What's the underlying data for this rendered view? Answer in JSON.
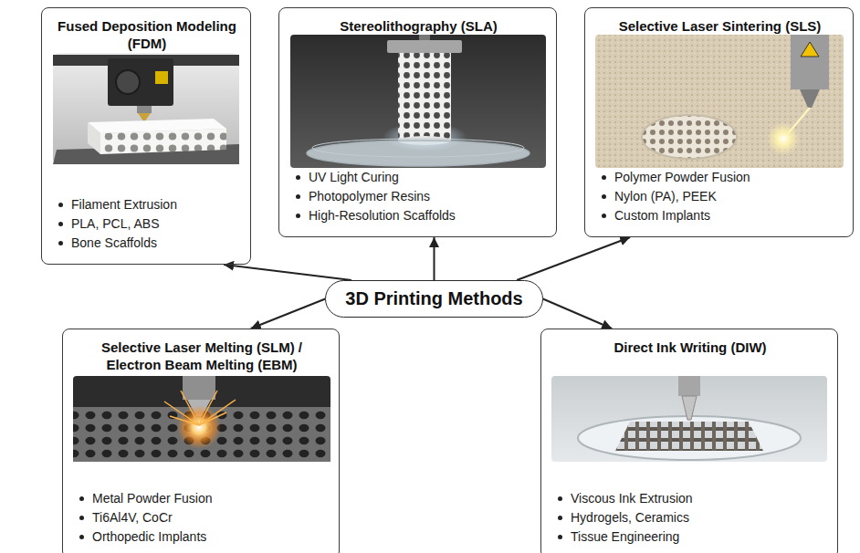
{
  "diagram": {
    "nodes": [
      {
        "text": [
          "Fused Deposition Modeling (FDM)",
          "Filament Extrusion",
          "PLA, PCL, ABS",
          "Bone Scaffolds"
        ]
      },
      {
        "text": [
          "Stereolithography (SLA)",
          "UV Light Curing",
          "Photopolymer Resins",
          "High-Resolution Scaffolds"
        ]
      },
      {
        "text": [
          "Selective Laser Sintering (SLS)",
          "Polymer Powder Fusion",
          "Nylon (PA), PEEK",
          "Custom Implants"
        ]
      },
      {
        "text": [
          "3D Printing Methods"
        ]
      },
      {
        "text": [
          "Selective Laser Melting (SLM) / Electron Beam Melting (EBM)",
          "Metal Powder Fusion",
          "Ti6Al4V, CoCr",
          "Orthopedic Implants"
        ]
      },
      {
        "text": [
          "Direct Ink Writing (DIW)",
          "Viscous Ink Extrusion",
          "Hydrogels, Ceramics",
          "Tissue Engineering"
        ]
      }
    ],
    "edges": [
      {
        "from": 3,
        "to": 0,
        "arrow": "to"
      },
      {
        "from": 3,
        "to": 1,
        "arrow": "to"
      },
      {
        "from": 3,
        "to": 2,
        "arrow": "to"
      },
      {
        "from": 3,
        "to": 4,
        "arrow": "to"
      },
      {
        "from": 3,
        "to": 5,
        "arrow": "to"
      }
    ]
  }
}
